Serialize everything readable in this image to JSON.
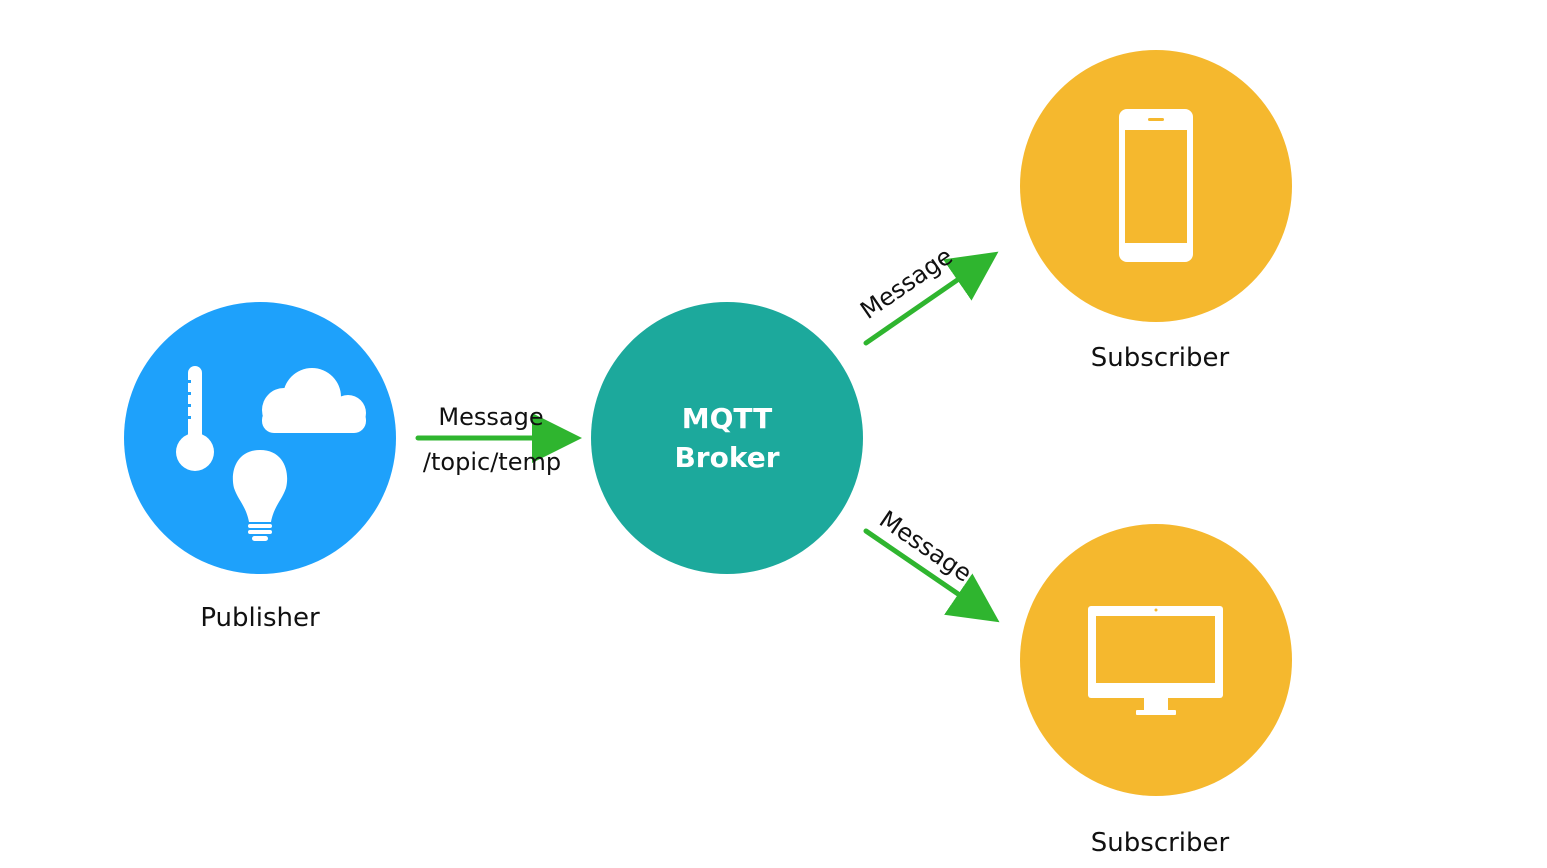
{
  "colors": {
    "publisher": "#1ea1fb",
    "broker": "#1ca99c",
    "subscriber": "#f5b82e",
    "arrow": "#2fb52f",
    "icon": "#ffffff"
  },
  "nodes": {
    "publisher": {
      "label": "Publisher",
      "icons": [
        "thermometer-icon",
        "cloud-icon",
        "lightbulb-icon"
      ]
    },
    "broker": {
      "line1": "MQTT",
      "line2": "Broker"
    },
    "subscriber_phone": {
      "label": "Subscriber",
      "icon": "smartphone-icon"
    },
    "subscriber_desktop": {
      "label": "Subscriber",
      "icon": "desktop-monitor-icon"
    }
  },
  "edges": {
    "publish": {
      "label": "Message",
      "topic": "/topic/temp"
    },
    "to_phone": {
      "label": "Message"
    },
    "to_desktop": {
      "label": "Message"
    }
  }
}
